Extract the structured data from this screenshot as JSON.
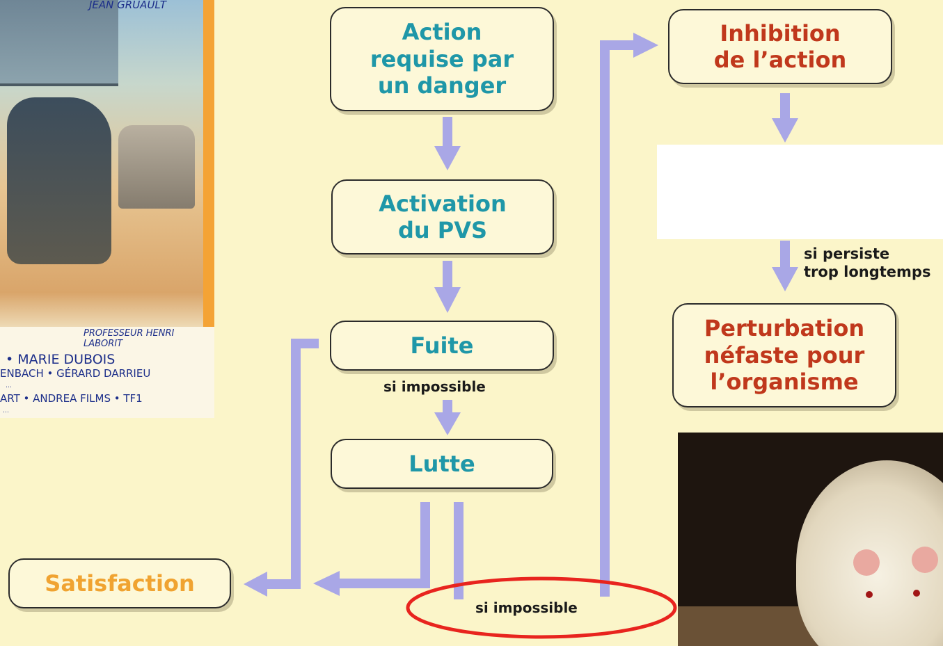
{
  "poster": {
    "top_text": "JEAN GRUAULT",
    "credit_line": "PROFESSEUR HENRI LABORIT",
    "cast_line_1": "• MARIE DUBOIS",
    "cast_line_2": "ENBACH • GÉRARD DARRIEU",
    "fine_print_1": "…",
    "studio_line": "ART • ANDREA FILMS • TF1",
    "fine_print_2": "…"
  },
  "nodes": {
    "action": [
      "Action",
      "requise par",
      "un danger"
    ],
    "activation": [
      "Activation",
      "du PVS"
    ],
    "fuite": "Fuite",
    "lutte": "Lutte",
    "satisfaction": "Satisfaction",
    "inhibition": [
      "Inhibition",
      "de l’action"
    ],
    "perturbation": [
      "Perturbation",
      "néfaste pour",
      "l’organisme"
    ]
  },
  "labels": {
    "si_impossible_1": "si impossible",
    "si_impossible_2": "si impossible",
    "si_persiste": [
      "si persiste",
      "trop longtemps"
    ]
  },
  "colors": {
    "background": "#fbf5c9",
    "arrow": "#a9a7e6",
    "teal_text": "#1f97a8",
    "red_text": "#c0381c",
    "orange_text": "#f0a331",
    "highlight_ellipse": "#e8241e"
  }
}
